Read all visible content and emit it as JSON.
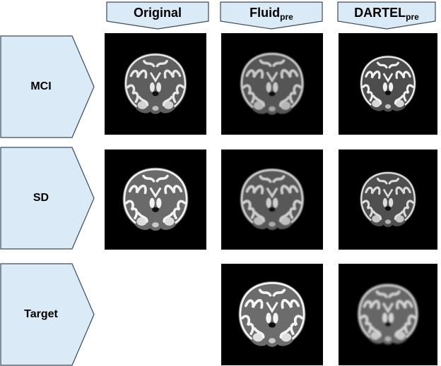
{
  "columns": [
    {
      "label": "Original",
      "sub": ""
    },
    {
      "label": "Fluid",
      "sub": "pre"
    },
    {
      "label": "DARTEL",
      "sub": "pre"
    }
  ],
  "rows": [
    {
      "label": "MCI"
    },
    {
      "label": "SD"
    },
    {
      "label": "Target"
    }
  ],
  "colors": {
    "label_fill": "#dbeaf7",
    "label_stroke": "#3a4a58",
    "scan_bg": "#000000"
  }
}
